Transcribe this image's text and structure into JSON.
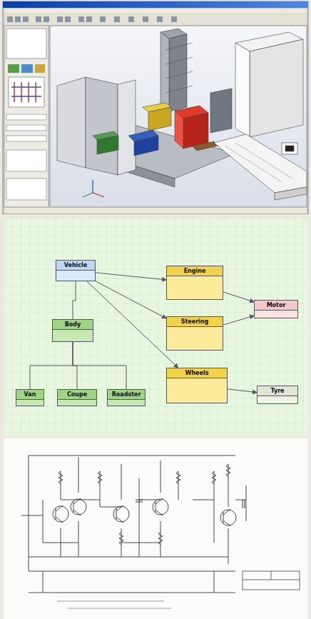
{
  "diagram": {
    "nodes": [
      {
        "text": [
          "Vehicle"
        ]
      },
      {
        "text": [
          "Engine"
        ]
      },
      {
        "text": [
          "Motor"
        ]
      },
      {
        "text": [
          "Steering"
        ]
      },
      {
        "text": [
          "Body"
        ]
      },
      {
        "text": [
          "Wheels"
        ]
      },
      {
        "text": [
          "Tyre"
        ]
      },
      {
        "text": [
          "Van"
        ]
      },
      {
        "text": [
          "Coupe"
        ]
      },
      {
        "text": [
          "Roadster"
        ]
      }
    ],
    "edges": [
      {
        "from": 0,
        "to": 1,
        "arrow": "to"
      },
      {
        "from": 0,
        "to": 3,
        "arrow": "to"
      },
      {
        "from": 0,
        "to": 5,
        "arrow": "to"
      },
      {
        "from": 0,
        "to": 4,
        "arrow": "none"
      },
      {
        "from": 1,
        "to": 2,
        "arrow": "to"
      },
      {
        "from": 3,
        "to": 2,
        "arrow": "to"
      },
      {
        "from": 5,
        "to": 6,
        "arrow": "to"
      },
      {
        "from": 4,
        "to": 7,
        "arrow": "none"
      },
      {
        "from": 4,
        "to": 8,
        "arrow": "none"
      },
      {
        "from": 4,
        "to": 9,
        "arrow": "none"
      }
    ]
  }
}
